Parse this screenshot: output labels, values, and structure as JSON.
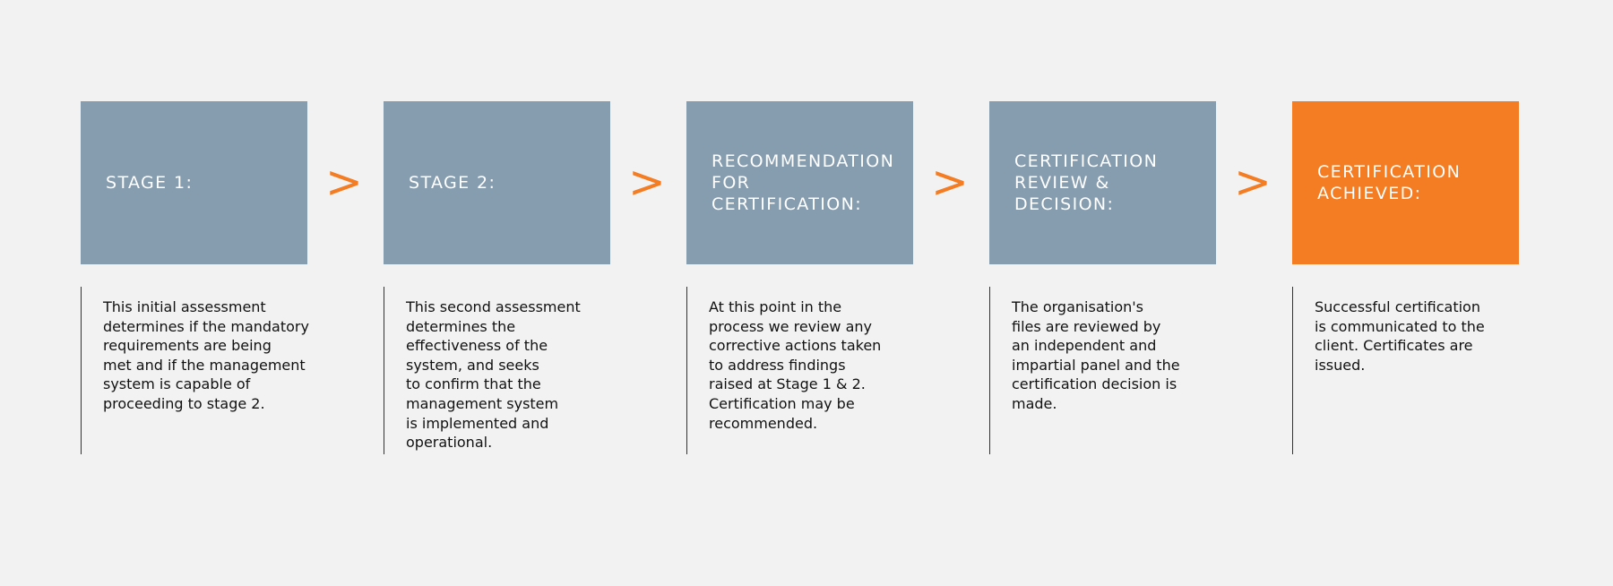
{
  "stages": [
    {
      "title": "STAGE 1:",
      "description": "This initial assessment\ndetermines if the mandatory\nrequirements are being\nmet and if the management\nsystem is capable of\nproceeding to stage 2."
    },
    {
      "title": "STAGE 2:",
      "description": "This second assessment\ndetermines the\neffectiveness of the\nsystem, and seeks\nto confirm that the\nmanagement system\nis implemented and\noperational."
    },
    {
      "title": "RECOMMENDATION\nFOR\nCERTIFICATION:",
      "description": "At this point in the\nprocess we review any\ncorrective actions taken\nto address findings\nraised at Stage 1 & 2.\nCertification may be\nrecommended."
    },
    {
      "title": "CERTIFICATION\nREVIEW &\nDECISION:",
      "description": "The organisation's\nfiles are reviewed by\nan independent and\nimpartial panel and the\ncertification decision is\nmade."
    },
    {
      "title": "CERTIFICATION\nACHIEVED:",
      "description": "Successful certification\nis communicated to the\nclient. Certificates are\nissued."
    }
  ],
  "arrow_glyph": ">",
  "colors": {
    "background": "#f2f2f2",
    "stage_box": "#869caf",
    "final_box": "#f47c22",
    "arrow": "#f47c22",
    "divider": "#333333",
    "body_text": "#111111"
  }
}
